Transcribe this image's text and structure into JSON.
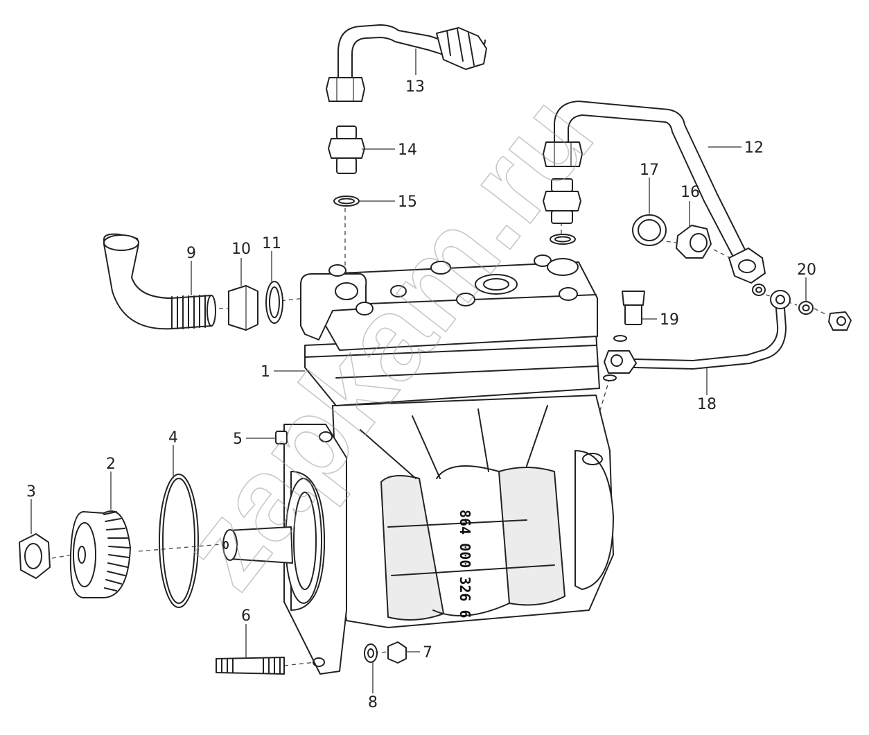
{
  "diagram": {
    "part_number_stamp": "864 000 326 6",
    "watermark": "zapkam.ru",
    "callouts": [
      "1",
      "2",
      "3",
      "4",
      "5",
      "6",
      "7",
      "8",
      "9",
      "10",
      "11",
      "12",
      "13",
      "14",
      "15",
      "16",
      "17",
      "18",
      "19",
      "20"
    ]
  }
}
